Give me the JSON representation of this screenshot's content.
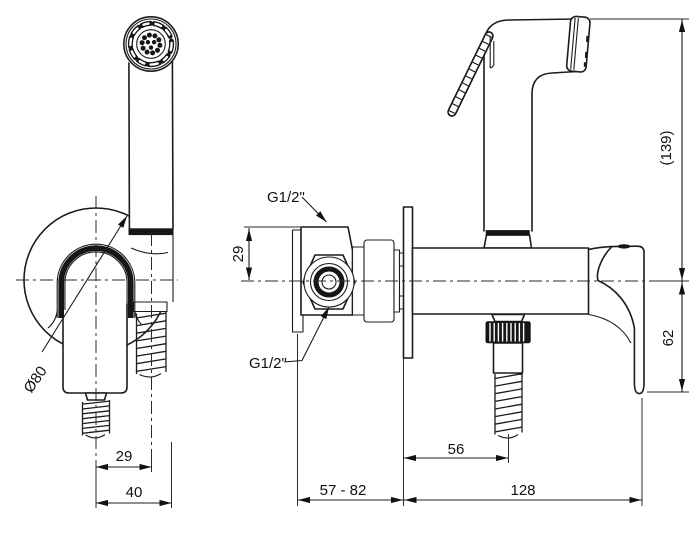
{
  "drawing": {
    "background_color": "#ffffff",
    "line_color": "#1c1c1c",
    "labels": {
      "thread_top": "G1/2\"",
      "thread_bottom": "G1/2\"",
      "diameter": "Ø80"
    },
    "dimensions": {
      "left_hose_offset": "29",
      "left_total_width": "40",
      "valve_top_offset": "29",
      "height_above_axis": "(139)",
      "height_below_axis": "62",
      "hose_offset_from_wall": "56",
      "wall_depth_range": "57 - 82",
      "holder_length": "128"
    }
  }
}
